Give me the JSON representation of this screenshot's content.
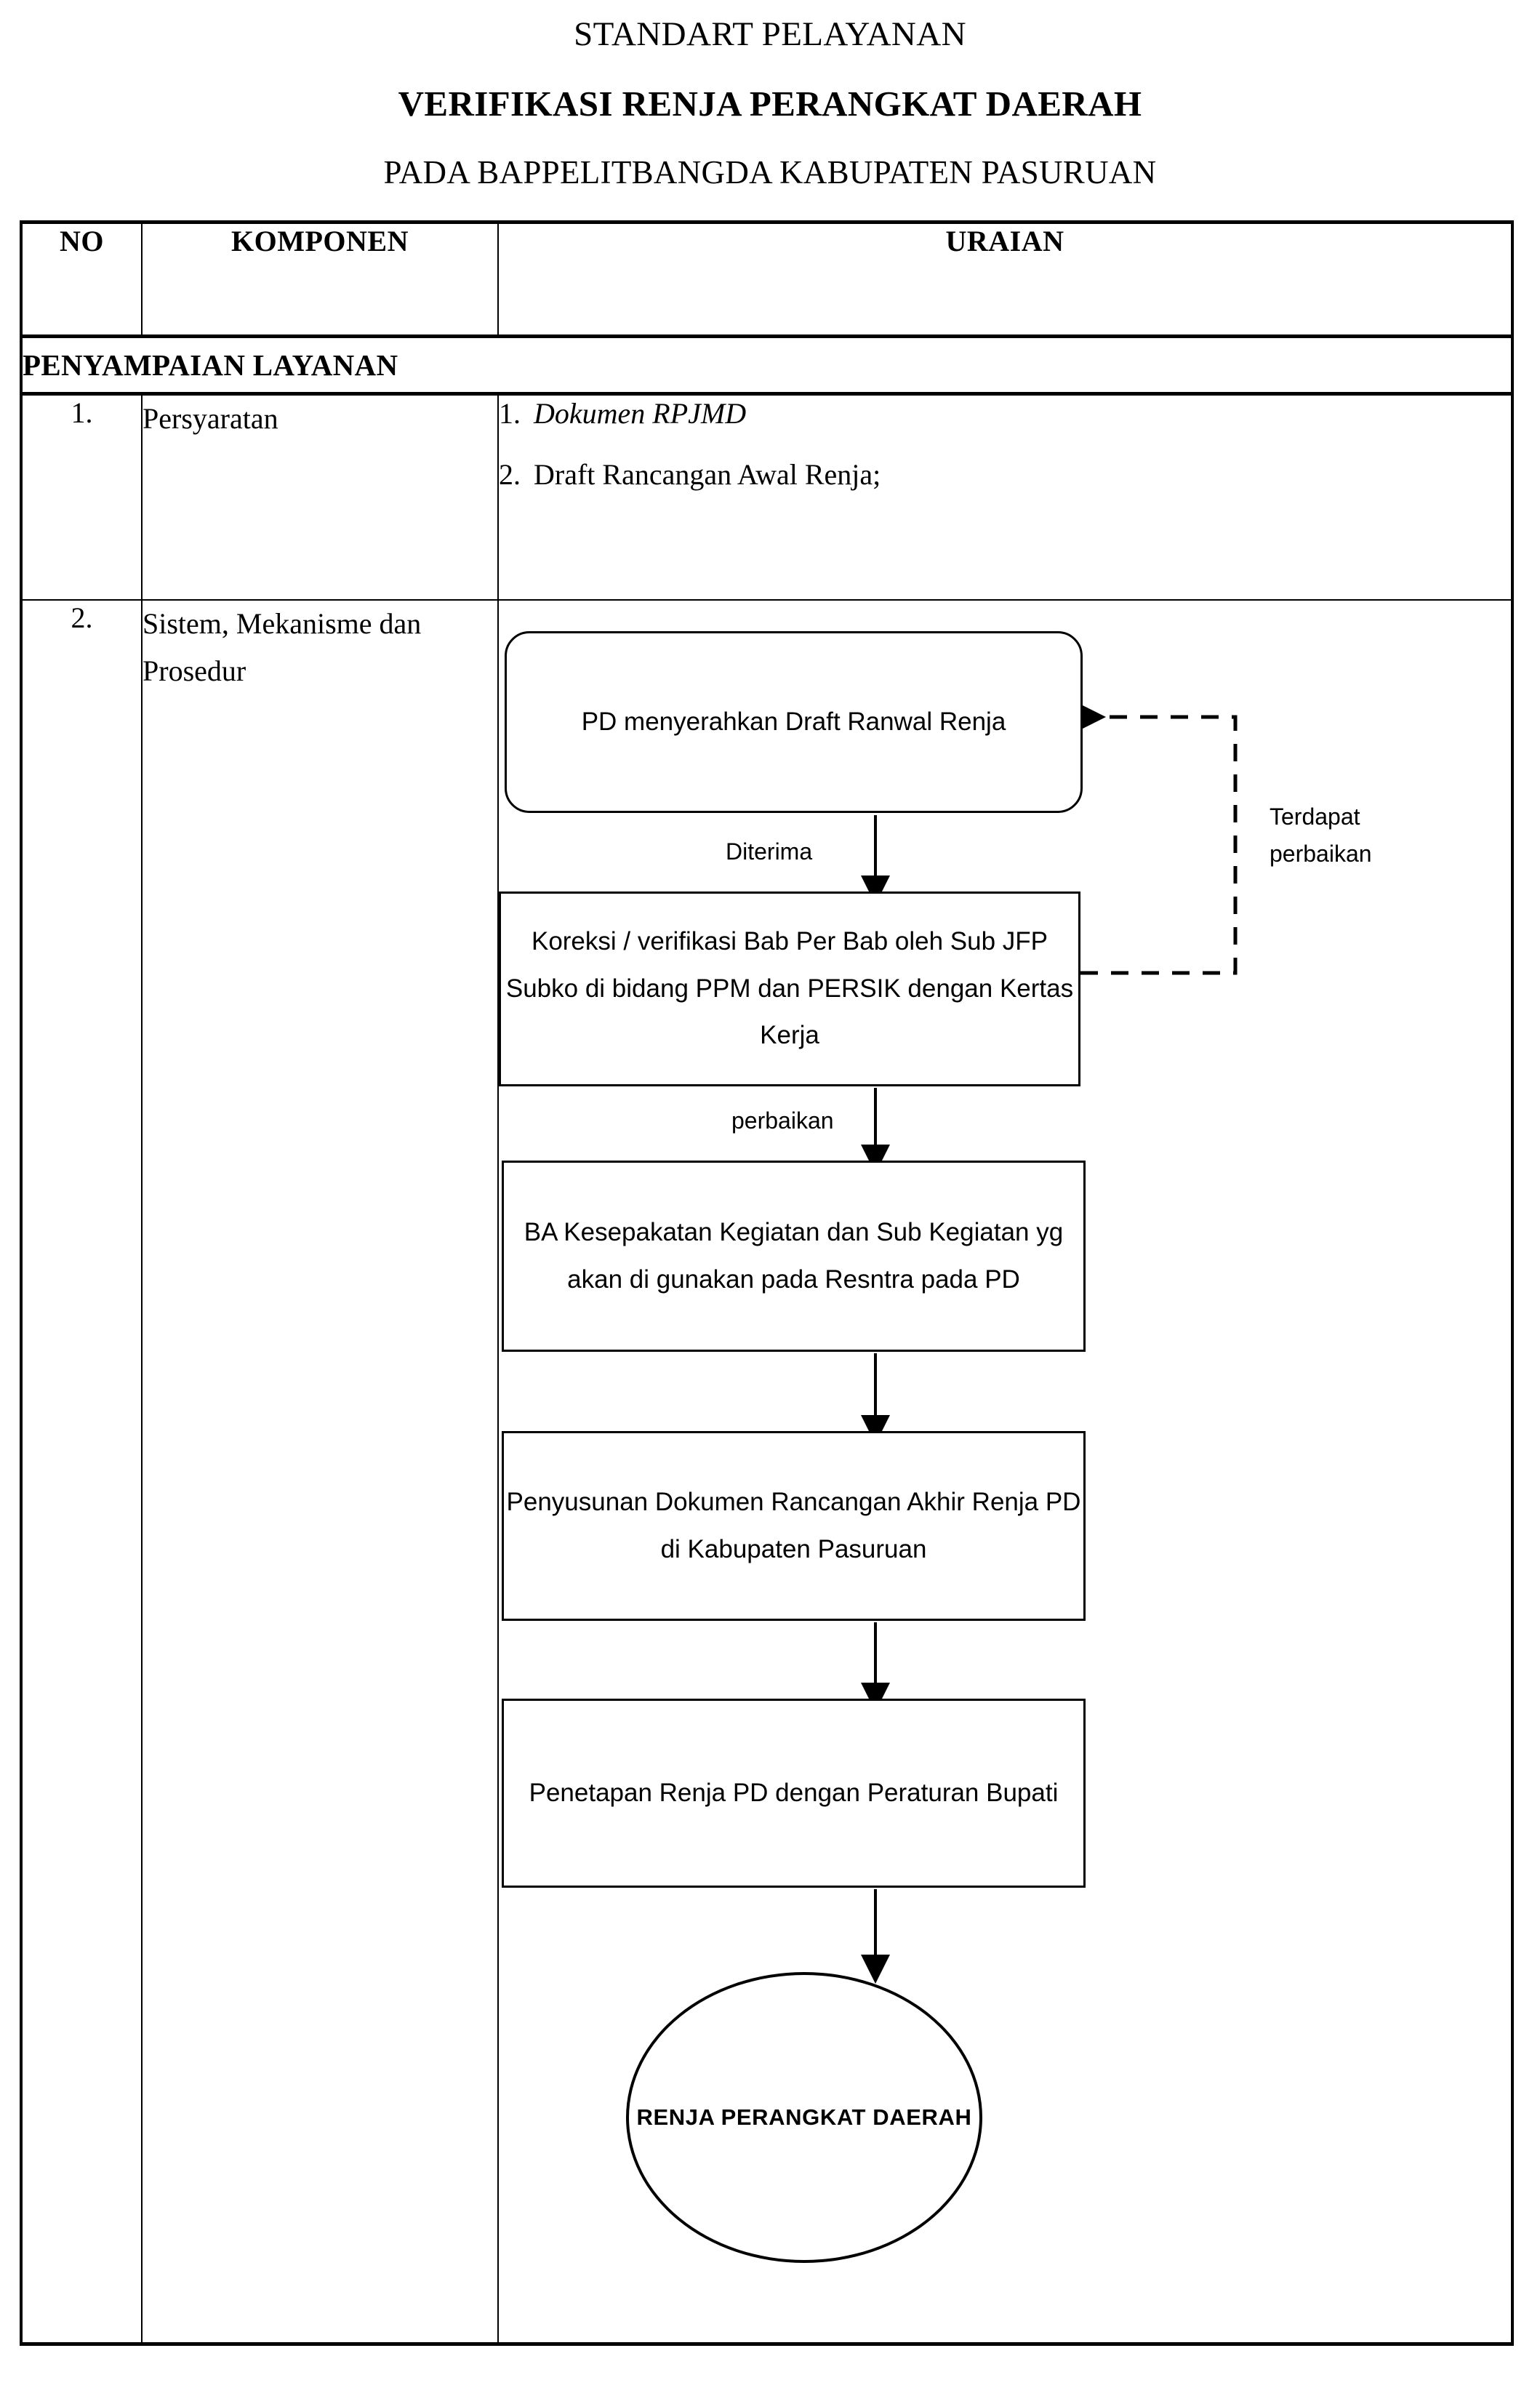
{
  "document": {
    "title_line1": "STANDART PELAYANAN",
    "title_line2": "VERIFIKASI RENJA PERANGKAT DAERAH",
    "title_line3": "PADA BAPPELITBANGDA  KABUPATEN PASURUAN"
  },
  "table": {
    "headers": {
      "no": "NO",
      "komponen": "KOMPONEN",
      "uraian": "URAIAN"
    },
    "section_title": "PENYAMPAIAN LAYANAN",
    "rows": [
      {
        "no": "1.",
        "komponen": "Persyaratan",
        "uraian_items": [
          {
            "num": "1.",
            "text": "Dokumen RPJMD",
            "italic": true
          },
          {
            "num": "2.",
            "text": "Draft Rancangan Awal Renja;",
            "italic": false
          }
        ]
      },
      {
        "no": "2.",
        "komponen": "Sistem, Mekanisme dan Prosedur"
      }
    ]
  },
  "flowchart": {
    "nodes": [
      {
        "id": "n1",
        "shape": "rounded",
        "text": "PD menyerahkan Draft Ranwal Renja"
      },
      {
        "id": "n2",
        "shape": "rectangle",
        "text": "Koreksi / verifikasi Bab Per Bab oleh Sub JFP Subko di bidang PPM dan PERSIK dengan Kertas Kerja"
      },
      {
        "id": "n3",
        "shape": "rectangle",
        "text": "BA Kesepakatan Kegiatan dan Sub Kegiatan yg akan di gunakan pada Resntra pada PD"
      },
      {
        "id": "n4",
        "shape": "rectangle",
        "text": "Penyusunan Dokumen Rancangan Akhir Renja PD di Kabupaten Pasuruan"
      },
      {
        "id": "n5",
        "shape": "rectangle",
        "text": "Penetapan Renja PD dengan Peraturan Bupati"
      },
      {
        "id": "n6",
        "shape": "ellipse",
        "text": "RENJA\n\nPERANGKAT DAERAH"
      }
    ],
    "edge_labels": {
      "diterima": "Diterima",
      "perbaikan": "perbaikan",
      "terdapat_perbaikan": "Terdapat\nperbaikan"
    }
  },
  "colors": {
    "ink": "#000000",
    "paper": "#ffffff"
  }
}
